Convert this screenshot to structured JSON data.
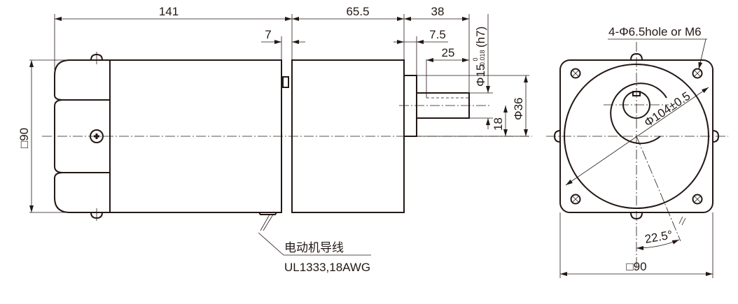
{
  "drawing": {
    "title": "Gear motor outline dimension drawing",
    "side_view": {
      "dimensions": {
        "motor_length": "141",
        "flange_gap": "7",
        "gearbox_length": "65.5",
        "shaft_total": "38",
        "shaft_step": "7.5",
        "key_length": "25",
        "shaft_diameter": "Φ15",
        "shaft_tolerance_upper": "0",
        "shaft_tolerance_lower": "-0.018",
        "shaft_fit": "(h7)",
        "shaft_key_height": "18",
        "pilot_diameter": "Φ36",
        "square_size": "□90"
      },
      "lead_wire_label": "电动机导线",
      "lead_wire_spec": "UL1333,18AWG"
    },
    "front_view": {
      "hole_label": "4-Φ6.5hole or M6",
      "pcd_label": "Φ104±0.5",
      "angle_label": "22.5°",
      "square_size": "□90"
    }
  },
  "colors": {
    "line": "#231815",
    "background": "#ffffff"
  }
}
